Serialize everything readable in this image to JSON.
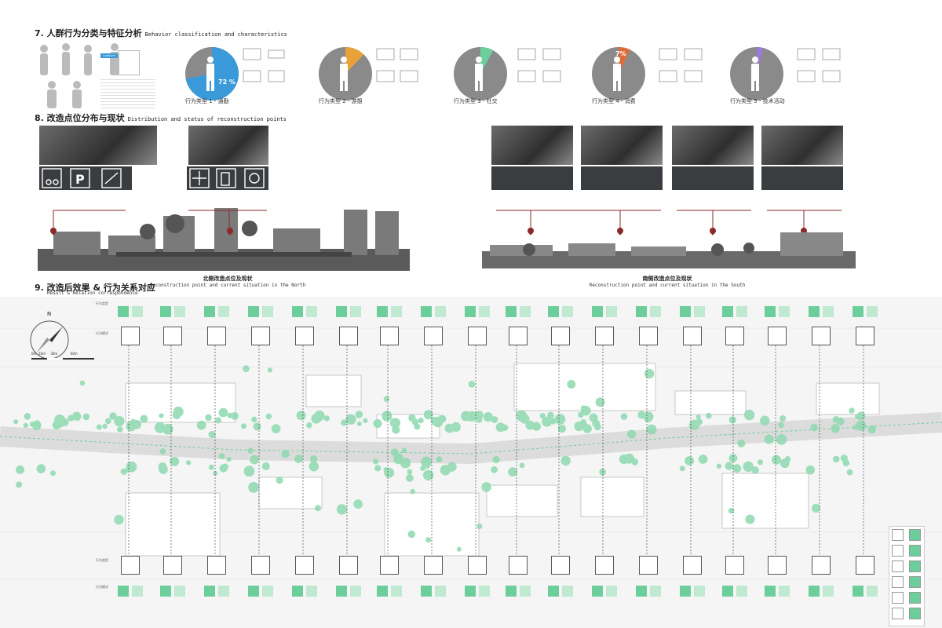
{
  "section7": {
    "title": "7. 人群行为分类与特征分析",
    "title_en": "Behavior classification and characteristics",
    "pies": [
      {
        "label": "行为类型 1 - 通勤",
        "pct": "72 %",
        "value": 72,
        "color": "#3a9ad9"
      },
      {
        "label": "行为类型 2 - 游憩",
        "pct": "",
        "value": 12,
        "color": "#e8a23a"
      },
      {
        "label": "行为类型 3 - 社交",
        "pct": "",
        "value": 8,
        "color": "#6ccf9b"
      },
      {
        "label": "行为类型 4 - 消费",
        "pct": "7%",
        "value": 7,
        "color": "#e06b3a"
      },
      {
        "label": "行为类型 5 - 技术活动",
        "pct": "",
        "value": 4,
        "color": "#9a7ad9"
      }
    ],
    "badge": "COMMUTE"
  },
  "section8": {
    "title": "8. 改造点位分布与现状",
    "title_en": "Distribution and status of reconstruction points",
    "north_caption": "北侧改造点位及现状",
    "north_caption_en": "Reconstruction point and current situation in the North",
    "south_caption": "南侧改造点位及现状",
    "south_caption_en": "Reconstruction point and current situation in the South"
  },
  "section9": {
    "title": "9. 改造后效果 & 行为关系对应",
    "title_en": "Result & Relation correspondence",
    "scale": "0m  10m     30m             60m",
    "north_label": "N",
    "row_labels": [
      "行为类型",
      "行为模式",
      "行为类型",
      "行为模式"
    ]
  }
}
